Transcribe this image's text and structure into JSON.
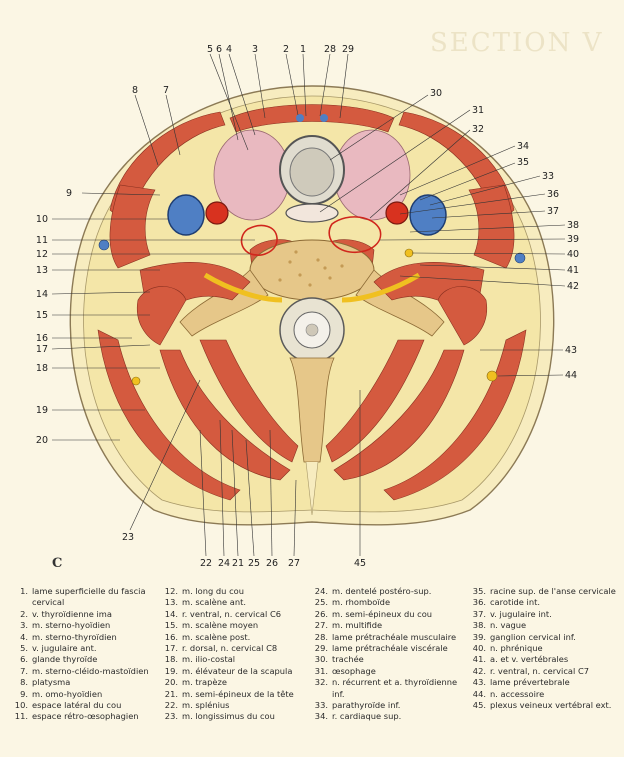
{
  "figure": {
    "panel_letter": "C",
    "watermark": "SECTION V",
    "top_labels": [
      "5",
      "6",
      "4",
      "3",
      "2",
      "1",
      "28",
      "29"
    ],
    "right_labels": [
      "30",
      "31",
      "32",
      "34",
      "35",
      "33",
      "36",
      "37",
      "38",
      "39",
      "40",
      "41",
      "42",
      "43",
      "44"
    ],
    "left_labels": [
      "8",
      "7",
      "9",
      "10",
      "11",
      "12",
      "13",
      "14",
      "15",
      "16",
      "17",
      "18",
      "19",
      "20"
    ],
    "bottom_labels": [
      "23",
      "22",
      "24",
      "21",
      "25",
      "26",
      "27",
      "45"
    ],
    "colors": {
      "muscle": "#d45a3f",
      "fat": "#f4e6a8",
      "bone": "#e6c789",
      "thyroid": "#e9b9c0",
      "artery": "#d8321f",
      "vein": "#4f7fc4",
      "nerve": "#f0c020",
      "highlight": "#d0261c"
    }
  },
  "legend": {
    "items": [
      {
        "n": "1.",
        "t": "lame superficielle du fascia cervical"
      },
      {
        "n": "2.",
        "t": "v. thyroïdienne ima"
      },
      {
        "n": "3.",
        "t": "m. sterno-hyoïdien"
      },
      {
        "n": "4.",
        "t": "m. sterno-thyroïdien"
      },
      {
        "n": "5.",
        "t": "v. jugulaire ant."
      },
      {
        "n": "6.",
        "t": "glande thyroïde"
      },
      {
        "n": "7.",
        "t": "m. sterno-cléido-mastoïdien"
      },
      {
        "n": "8.",
        "t": "platysma"
      },
      {
        "n": "9.",
        "t": "m. omo-hyoïdien"
      },
      {
        "n": "10.",
        "t": "espace latéral du cou"
      },
      {
        "n": "11.",
        "t": "espace rétro-œsophagien"
      },
      {
        "n": "12.",
        "t": "m. long du cou"
      },
      {
        "n": "13.",
        "t": "m. scalène ant."
      },
      {
        "n": "14.",
        "t": "r. ventral, n. cervical C6"
      },
      {
        "n": "15.",
        "t": "m. scalène moyen"
      },
      {
        "n": "16.",
        "t": "m. scalène post."
      },
      {
        "n": "17.",
        "t": "r. dorsal, n. cervical C8"
      },
      {
        "n": "18.",
        "t": "m. ilio-costal"
      },
      {
        "n": "19.",
        "t": "m. élévateur de la scapula"
      },
      {
        "n": "20.",
        "t": "m. trapèze"
      },
      {
        "n": "21.",
        "t": "m. semi-épineux de la tête"
      },
      {
        "n": "22.",
        "t": "m. splénius"
      },
      {
        "n": "23.",
        "t": "m. longissimus du cou"
      },
      {
        "n": "24.",
        "t": "m. dentelé postéro-sup."
      },
      {
        "n": "25.",
        "t": "m. rhomboïde"
      },
      {
        "n": "26.",
        "t": "m. semi-épineux du cou"
      },
      {
        "n": "27.",
        "t": "m. multifide"
      },
      {
        "n": "28.",
        "t": "lame prétrachéale musculaire"
      },
      {
        "n": "29.",
        "t": "lame prétrachéale viscérale"
      },
      {
        "n": "30.",
        "t": "trachée"
      },
      {
        "n": "31.",
        "t": "œsophage"
      },
      {
        "n": "32.",
        "t": "n. récurrent et a. thyroïdienne inf."
      },
      {
        "n": "33.",
        "t": "parathyroïde inf."
      },
      {
        "n": "34.",
        "t": "r. cardiaque sup."
      },
      {
        "n": "35.",
        "t": "racine sup. de l'anse cervicale"
      },
      {
        "n": "36.",
        "t": "carotide int."
      },
      {
        "n": "37.",
        "t": "v. jugulaire int."
      },
      {
        "n": "38.",
        "t": "n. vague"
      },
      {
        "n": "39.",
        "t": "ganglion cervical inf."
      },
      {
        "n": "40.",
        "t": "n. phrénique"
      },
      {
        "n": "41.",
        "t": "a. et v. vertébrales"
      },
      {
        "n": "42.",
        "t": "r. ventral, n. cervical C7"
      },
      {
        "n": "43.",
        "t": "lame prévertebrale"
      },
      {
        "n": "44.",
        "t": "n. accessoire"
      },
      {
        "n": "45.",
        "t": "plexus veineux vertébral ext."
      }
    ]
  }
}
